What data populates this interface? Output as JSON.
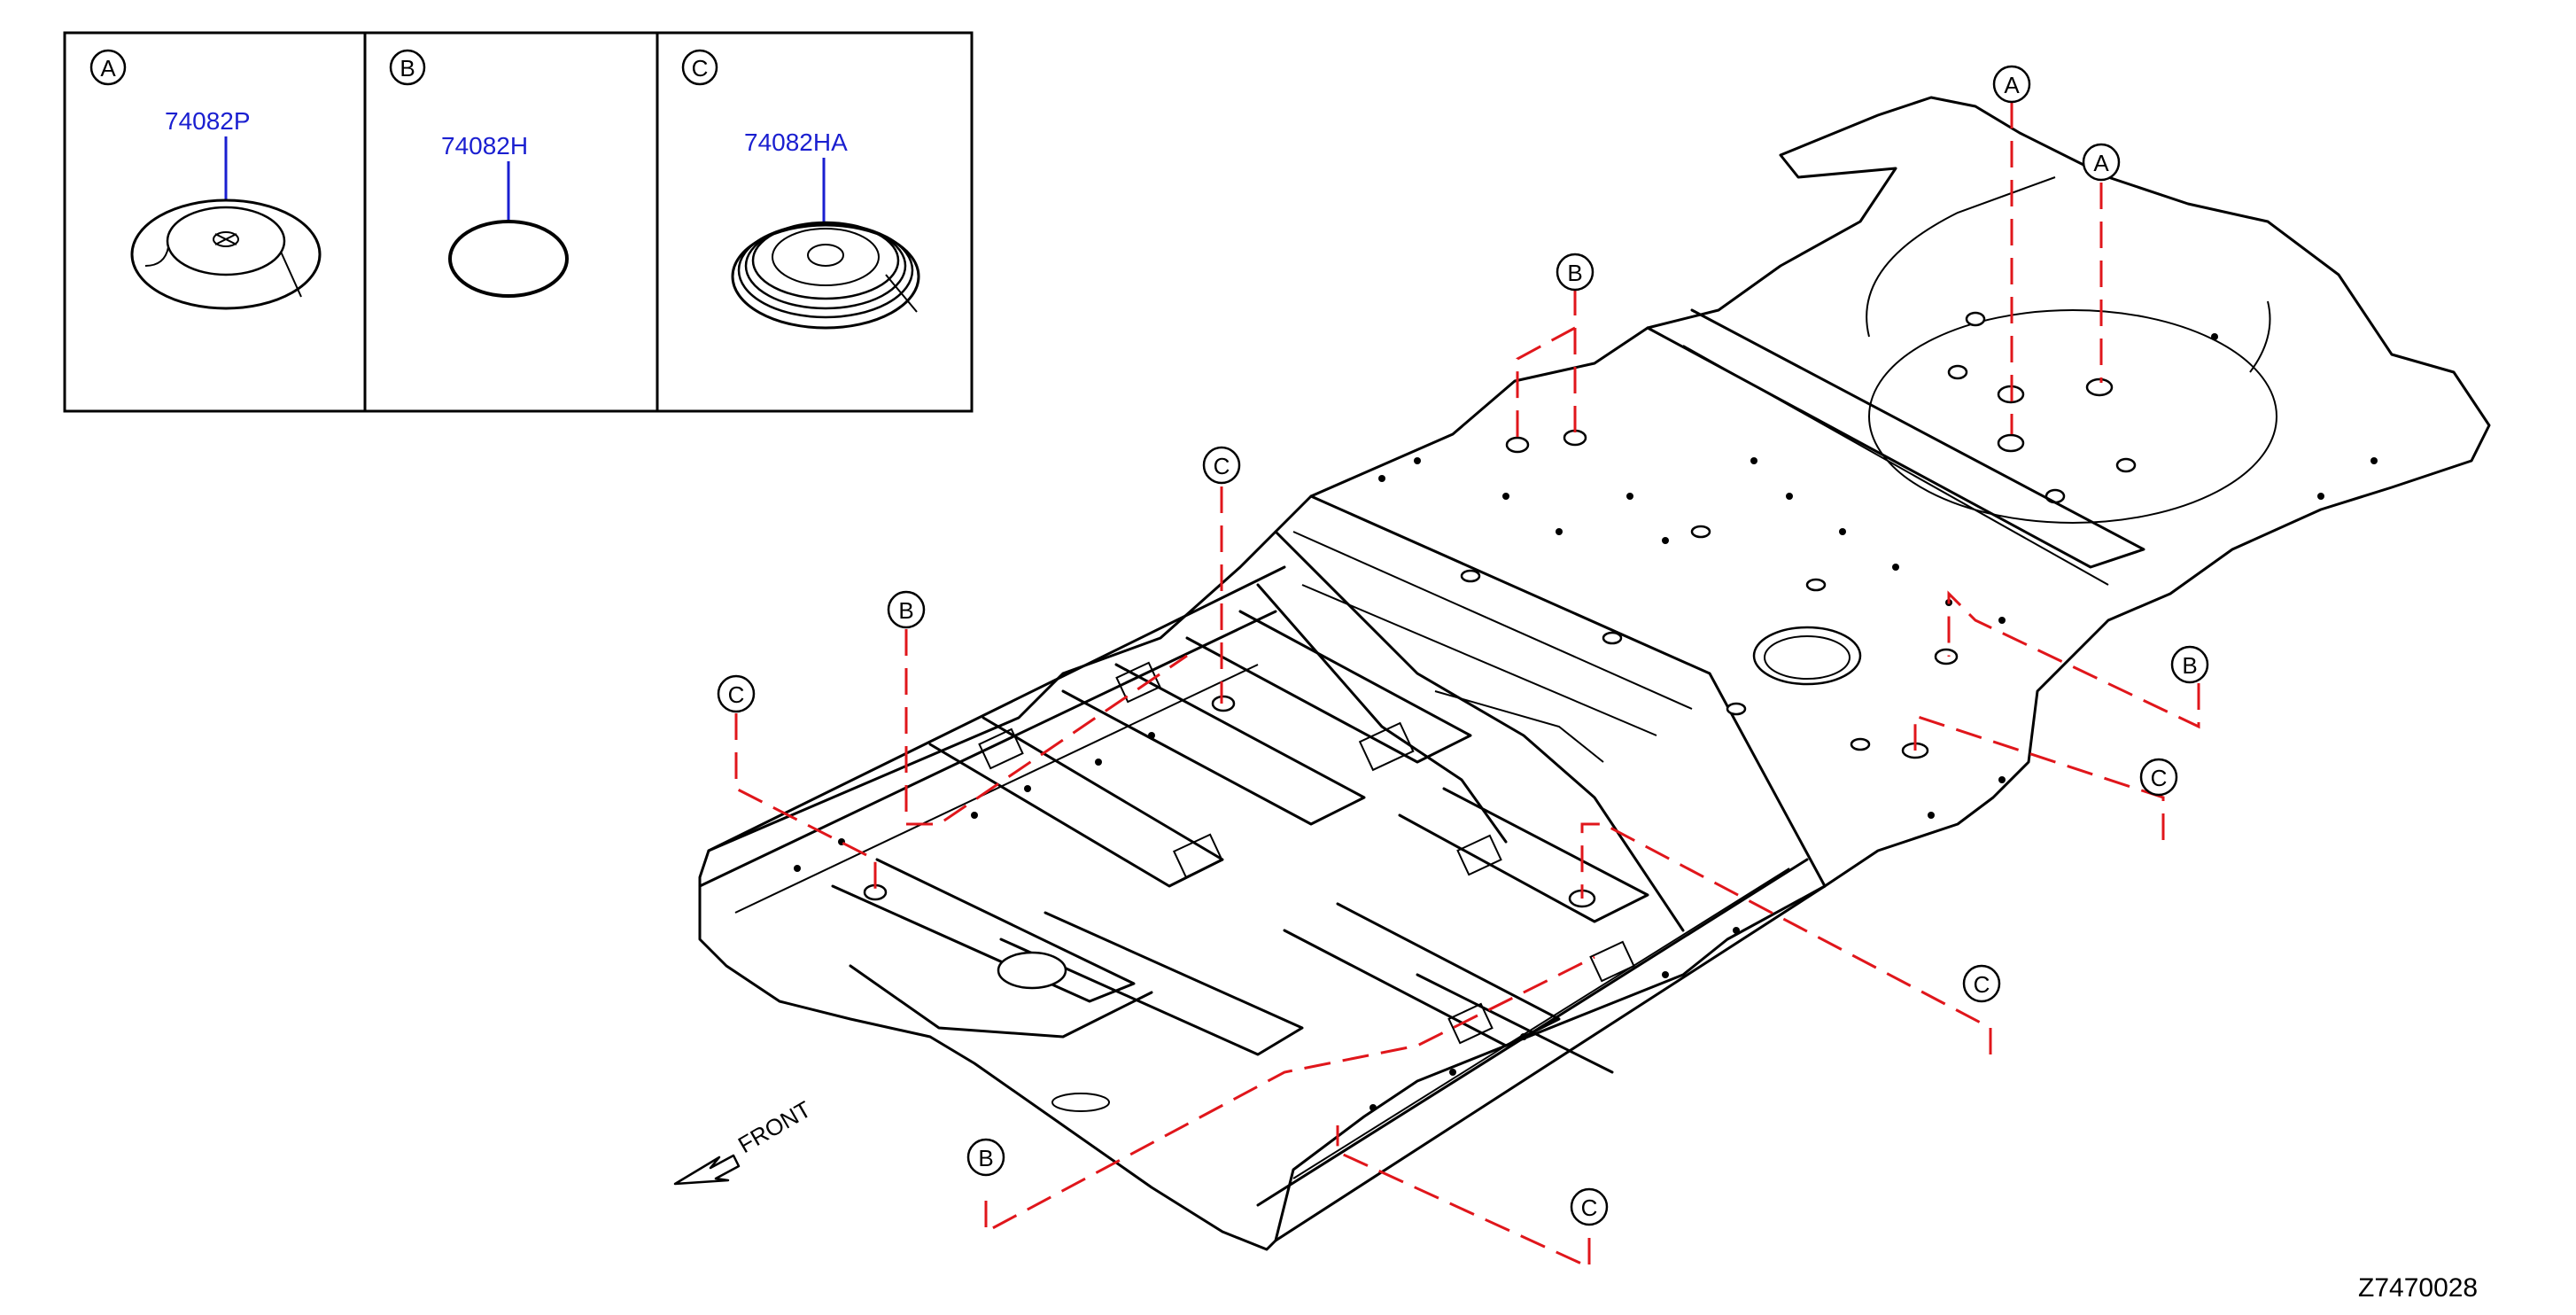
{
  "insets": [
    {
      "letter": "A",
      "part_number": "74082P"
    },
    {
      "letter": "B",
      "part_number": "74082H"
    },
    {
      "letter": "C",
      "part_number": "74082HA"
    }
  ],
  "front_label": "FRONT",
  "diagram_code": "Z7470028",
  "callouts": [
    {
      "letter": "A"
    },
    {
      "letter": "A"
    },
    {
      "letter": "B"
    },
    {
      "letter": "C"
    },
    {
      "letter": "B"
    },
    {
      "letter": "C"
    },
    {
      "letter": "B"
    },
    {
      "letter": "C"
    },
    {
      "letter": "C"
    },
    {
      "letter": "B"
    },
    {
      "letter": "C"
    }
  ],
  "colors": {
    "leader": "#e0161b",
    "part_number": "#1a1fd0",
    "line": "#000000"
  }
}
